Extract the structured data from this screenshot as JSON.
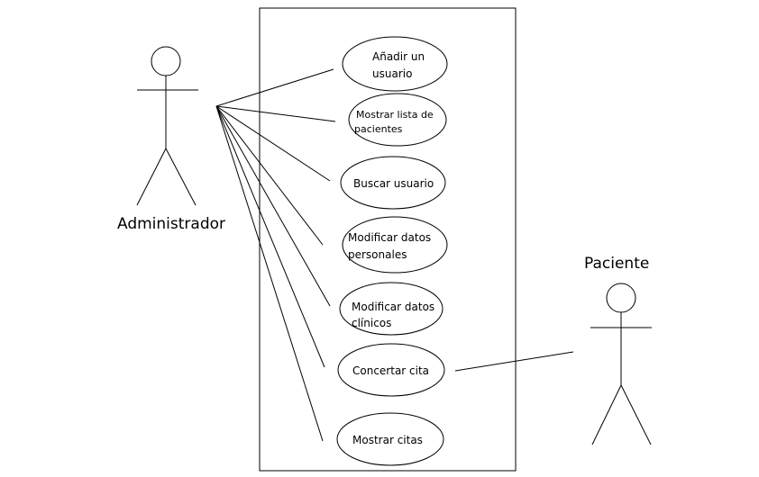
{
  "actors": {
    "admin": {
      "name": "Administrador"
    },
    "patient": {
      "name": "Paciente"
    }
  },
  "use_cases": [
    {
      "id": "uc1",
      "line1": "Añadir un",
      "line2": "usuario"
    },
    {
      "id": "uc2",
      "line1": "Mostrar lista de",
      "line2": "pacientes"
    },
    {
      "id": "uc3",
      "line1": "Buscar usuario",
      "line2": ""
    },
    {
      "id": "uc4",
      "line1": "Modificar datos",
      "line2": "personales"
    },
    {
      "id": "uc5",
      "line1": "Modificar datos",
      "line2": "clínicos"
    },
    {
      "id": "uc6",
      "line1": "Concertar cita",
      "line2": ""
    },
    {
      "id": "uc7",
      "line1": "Mostrar citas",
      "line2": ""
    }
  ],
  "associations": [
    {
      "actor": "admin",
      "use_case": "uc1"
    },
    {
      "actor": "admin",
      "use_case": "uc2"
    },
    {
      "actor": "admin",
      "use_case": "uc3"
    },
    {
      "actor": "admin",
      "use_case": "uc4"
    },
    {
      "actor": "admin",
      "use_case": "uc5"
    },
    {
      "actor": "admin",
      "use_case": "uc6"
    },
    {
      "actor": "admin",
      "use_case": "uc7"
    },
    {
      "actor": "patient",
      "use_case": "uc6"
    }
  ]
}
